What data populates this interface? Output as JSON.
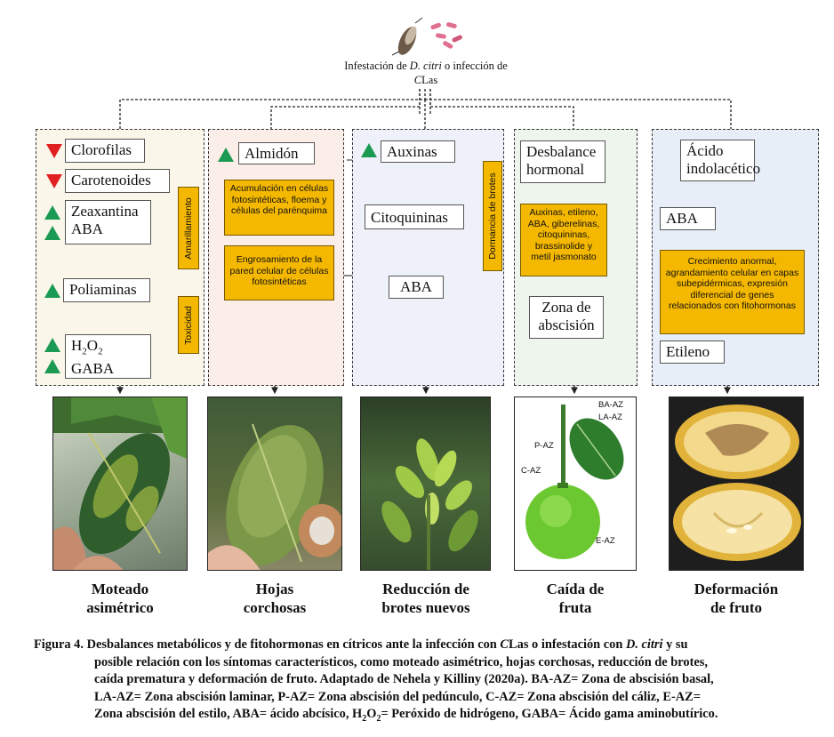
{
  "header": {
    "title_part1": "Infestación de ",
    "title_italic": "D. citri",
    "title_part2": " o infección de",
    "title_line2_italic": "C",
    "title_line2": "Las"
  },
  "panels": {
    "p1": {
      "items": [
        "Clorofilas",
        "Carotenoides",
        "Zeaxantina",
        "ABA",
        "Poliaminas",
        "H",
        "GABA"
      ],
      "h2o2": {
        "h": "H",
        "sub1": "2",
        "o": "O",
        "sub2": "2"
      },
      "tag_amarillamiento": "Amarillamiento",
      "tag_toxicidad": "Toxicidad"
    },
    "p2": {
      "almidon": "Almidón",
      "o1": "Acumulación en células fotosintéticas, floema y células del parénquima",
      "o2": "Engrosamiento de la pared celular de células fotosintéticas"
    },
    "p3": {
      "auxinas": "Auxinas",
      "citoquininas": "Citoquininas",
      "aba": "ABA",
      "tag_dormancia": "Dormancia de brotes"
    },
    "p4": {
      "desbalance": "Desbalance hormonal",
      "o1": "Auxinas, etileno, ABA, giberelinas, citoquininas, brassinolide y metil jasmonato",
      "zona": "Zona de abscisión"
    },
    "p5": {
      "acido": "Ácido indolacético",
      "aba": "ABA",
      "o1": "Crecimiento anormal, agrandamiento celular en capas subepidérmicas, expresión diferencial de genes relacionados con fitohormonas",
      "etileno": "Etileno"
    }
  },
  "fruit_labels": {
    "ba": "BA-AZ",
    "la": "LA-AZ",
    "p": "P-AZ",
    "c": "C-AZ",
    "e": "E-AZ"
  },
  "symptoms": [
    {
      "line1": "Moteado",
      "line2": "asimétrico"
    },
    {
      "line1": "Hojas",
      "line2": "corchosas"
    },
    {
      "line1": "Reducción de",
      "line2": "brotes nuevos"
    },
    {
      "line1": "Caída de",
      "line2": "fruta"
    },
    {
      "line1": "Deformación",
      "line2": "de fruto"
    }
  ],
  "caption": {
    "fig": "Figura 4.",
    "t1": " Desbalances metabólicos y de fitohormonas en cítricos ante la infección con ",
    "clas_c": "C",
    "clas_rest": "Las o infestación con ",
    "dcitri": "D. citri",
    "t2": " y su",
    "line2": "posible relación con los síntomas característicos, como moteado asimétrico, hojas corchosas, reducción de brotes,",
    "line3": "caída prematura y deformación de fruto. Adaptado de Nehela y Killiny (2020a). BA-AZ= Zona de abscisión basal,",
    "line4": "LA-AZ= Zona abscisión laminar, P-AZ= Zona abscisión del pedúnculo, C-AZ= Zona abscisión del cáliz, E-AZ=",
    "line5a": "Zona abscisión del estilo, ABA= ácido abcísico, H",
    "line5_sub1": "2",
    "line5b": "O",
    "line5_sub2": "2",
    "line5c": "= Peróxido de hidrógeno, GABA= Ácido gama aminobutírico."
  },
  "colors": {
    "up": "#1a9a52",
    "down": "#e02020",
    "orange": "#f5b800",
    "panel1": "#fbf6ea",
    "panel2": "#fbeee8",
    "panel3": "#eef1f9",
    "panel4": "#eef5ec",
    "panel5": "#e8eef7"
  }
}
